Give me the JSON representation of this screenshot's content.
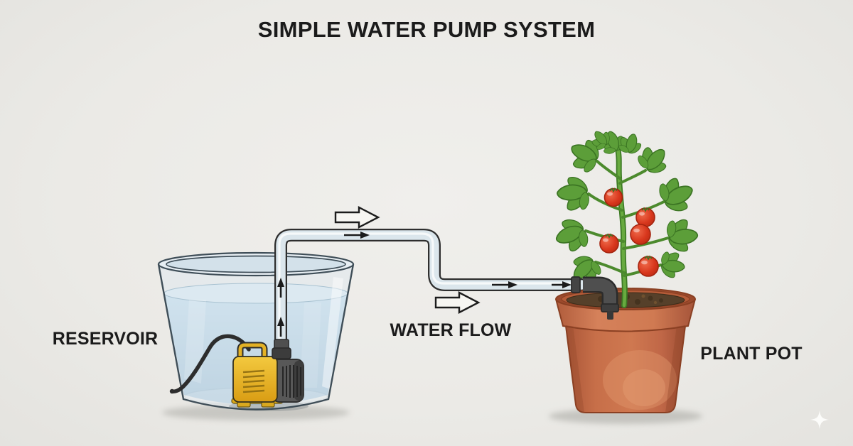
{
  "title": "SIMPLE WATER PUMP SYSTEM",
  "labels": {
    "reservoir": "RESERVOIR",
    "water_flow": "WATER FLOW",
    "plant_pot": "PLANT POT"
  },
  "diagram": {
    "type": "illustrated-diagram",
    "subject": "simple water pump system",
    "components": [
      {
        "name": "reservoir",
        "description": "glass container filled with water"
      },
      {
        "name": "submersible-pump",
        "description": "yellow pump with grey motor and power cord sitting on reservoir floor"
      },
      {
        "name": "tube",
        "description": "clear tube from pump rising up, across, stepping down into plant pot"
      },
      {
        "name": "plant-pot",
        "description": "terracotta pot with soil and tomato plant"
      }
    ],
    "flow_direction": "reservoir pump -> up -> right -> down -> right -> plant pot soil",
    "arrow_directions": [
      "up",
      "up",
      "right",
      "right",
      "right"
    ],
    "tomato_count": 5
  },
  "icons": {
    "bottom_right": "sparkle-four-point-star"
  },
  "colors": {
    "background": "#ebeae6",
    "text": "#1b1b1b",
    "water": "#c9dce9",
    "pump_yellow": "#e9b427",
    "motor_grey": "#4c4c4c",
    "pot_terracotta": "#c96f48",
    "tomato_red": "#d63b24",
    "leaf_green": "#5c9e39",
    "tube_fill": "#dbe6ec",
    "outline": "#2e2e2e"
  }
}
